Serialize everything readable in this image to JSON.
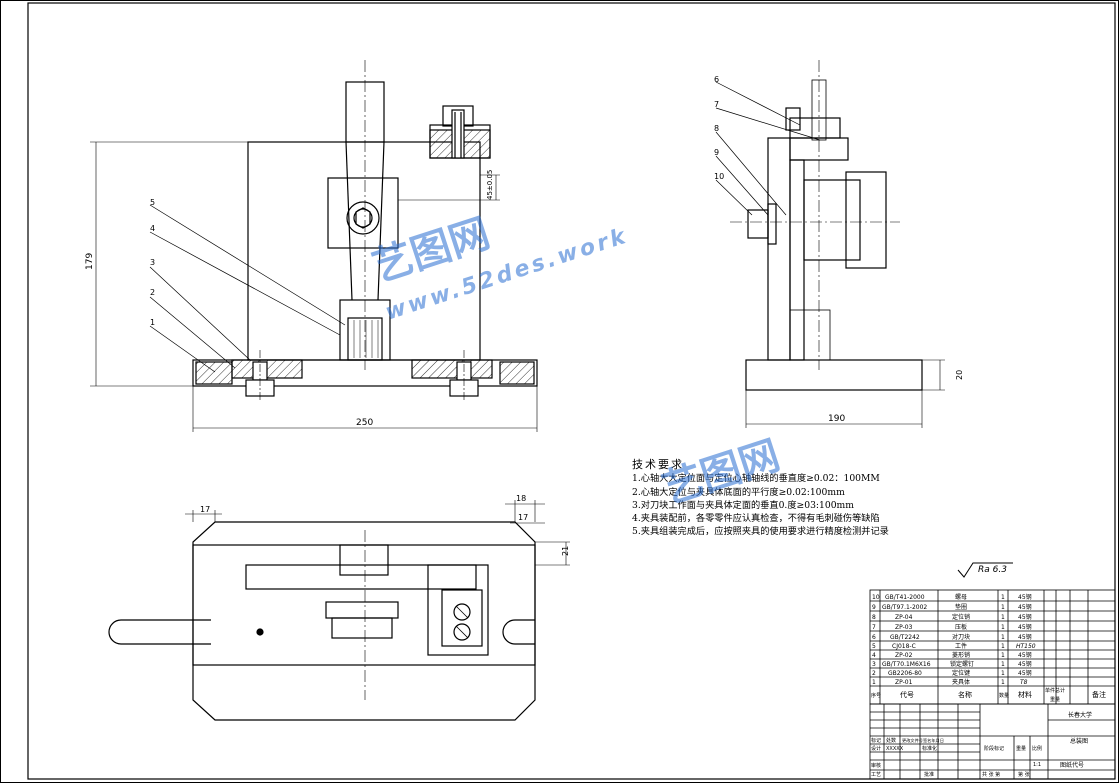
{
  "front_view": {
    "dim_height": "179",
    "dim_width": "250",
    "dim_top_offset": "45±0.05",
    "part_labels": [
      "1",
      "2",
      "3",
      "4",
      "5"
    ]
  },
  "side_view": {
    "dim_width": "190",
    "dim_base": "20",
    "part_labels": [
      "6",
      "7",
      "8",
      "9",
      "10"
    ]
  },
  "top_view": {
    "dim_left": "17",
    "dim_right_a": "18",
    "dim_right_b": "17",
    "dim_right_c": "21"
  },
  "tech_requirements": {
    "title": "技术要求",
    "items": [
      "1.心轴大大定位面与定位心轴轴线的垂直度≥0.02：100MM",
      "2.心轴大定位与夹具体底面的平行度≥0.02:100mm",
      "3.对刀块工作面与夹具体定面的垂直0.度≥03:100mm",
      "4.夹具装配前，各零零件应认真检查，不得有毛刺碰伤等缺陷",
      "5.夹具组装完成后，应按照夹具的使用要求进行精度检测并记录"
    ]
  },
  "roughness": "Ra 6.3",
  "bom": {
    "rows": [
      {
        "no": "10",
        "code": "GB/T41-2000",
        "name": "螺母",
        "qty": "1",
        "material": "45钢"
      },
      {
        "no": "9",
        "code": "GB/T97.1-2002",
        "name": "垫圈",
        "qty": "1",
        "material": "45钢"
      },
      {
        "no": "8",
        "code": "ZP-04",
        "name": "定位销",
        "qty": "1",
        "material": "45钢"
      },
      {
        "no": "7",
        "code": "ZP-03",
        "name": "压板",
        "qty": "1",
        "material": "45钢"
      },
      {
        "no": "6",
        "code": "GB/T2242",
        "name": "对刀块",
        "qty": "1",
        "material": "45钢"
      },
      {
        "no": "5",
        "code": "CJ018-C",
        "name": "工件",
        "qty": "1",
        "material": "HT150"
      },
      {
        "no": "4",
        "code": "ZP-02",
        "name": "菱形销",
        "qty": "1",
        "material": "45钢"
      },
      {
        "no": "3",
        "code": "GB/T70.1M6X16",
        "name": "锁定螺钉",
        "qty": "1",
        "material": "45钢"
      },
      {
        "no": "2",
        "code": "GB2206-80",
        "name": "定位键",
        "qty": "1",
        "material": "45钢"
      },
      {
        "no": "1",
        "code": "ZP-01",
        "name": "夹具体",
        "qty": "1",
        "material": "T8"
      }
    ],
    "header": {
      "no": "序号",
      "code": "代号",
      "name": "名称",
      "qty": "数量",
      "material": "材料",
      "single_total": "单件总计",
      "weight": "重量",
      "remark": "备注"
    }
  },
  "title_block": {
    "school": "长春大学",
    "drawing_name": "总装图",
    "drawing_code": "图纸代号",
    "marks": "标记",
    "divisions": "处数",
    "change_doc": "更改文件号签名年月日",
    "design": "设计",
    "designer": "XXXXX",
    "standardize": "标准化",
    "stage_mark": "阶段标记",
    "weight": "重量",
    "scale": "比例",
    "scale_value": "1:1",
    "review": "审核",
    "process": "工艺",
    "approve": "批准",
    "sheets_total": "共 张 第",
    "sheet_of": "第 张"
  },
  "watermark": {
    "brand": "艺图网",
    "url": "www.52des.work"
  },
  "colors": {
    "line": "#000000",
    "hatch": "#000000",
    "watermark": "#2f7ad6"
  }
}
